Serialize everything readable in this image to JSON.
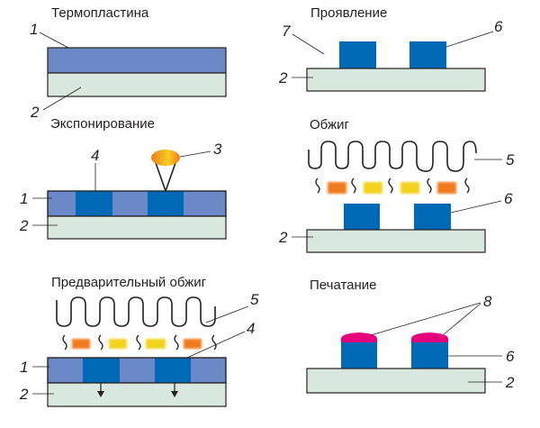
{
  "steps": [
    {
      "id": "thermoplate",
      "title": "Термопластина"
    },
    {
      "id": "exposure",
      "title": "Экспонирование"
    },
    {
      "id": "prebake",
      "title": "Предварительный обжиг"
    },
    {
      "id": "development",
      "title": "Проявление"
    },
    {
      "id": "bake",
      "title": "Обжиг"
    },
    {
      "id": "printing",
      "title": "Печатание"
    }
  ],
  "labels": {
    "n1": "1",
    "n2": "2",
    "n3": "3",
    "n4": "4",
    "n5": "5",
    "n6": "6",
    "n7": "7",
    "n8": "8"
  },
  "colors": {
    "resist": "#6b88c7",
    "exposed": "#0069b5",
    "substrate": "#d9e8df",
    "ink": "#e6007e",
    "heat_orange": "#f07a1e",
    "heat_yellow": "#f2d21a"
  }
}
